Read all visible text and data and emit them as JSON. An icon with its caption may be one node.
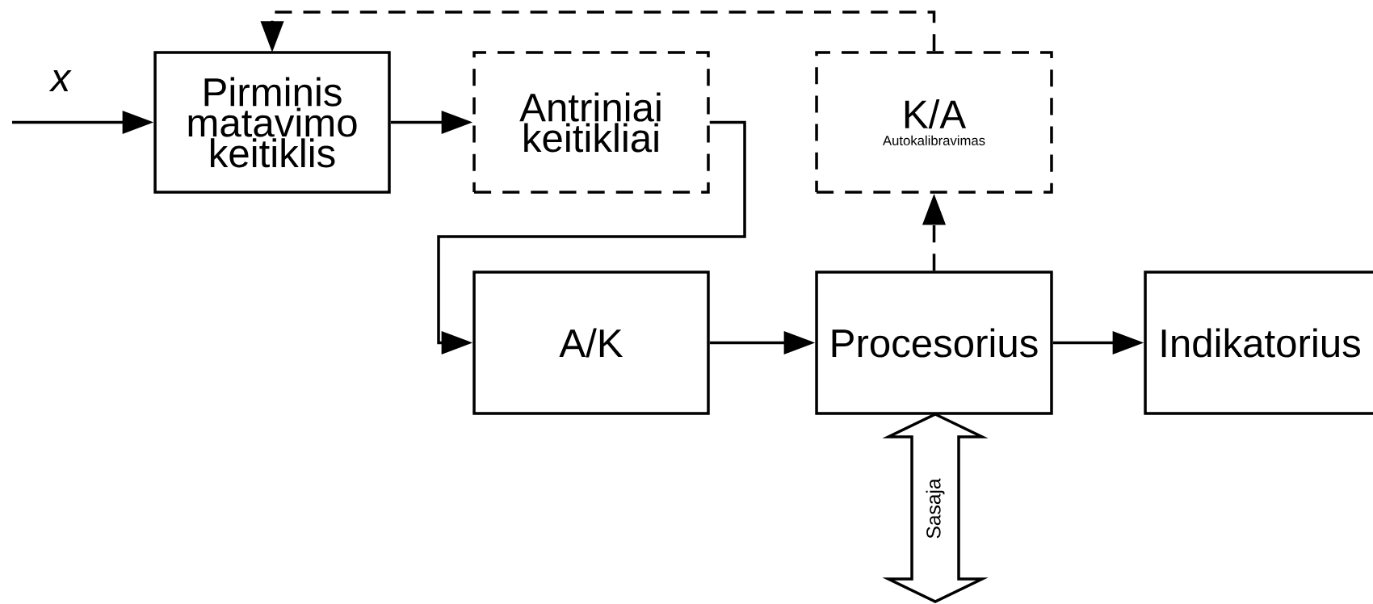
{
  "diagram": {
    "nodes": [
      {
        "text": [
          "Pirminis matavimo keitiklis"
        ]
      },
      {
        "text": [
          "Antriniai keitikliai"
        ]
      },
      {
        "text": [
          "K/A",
          "Autokalibravimas"
        ]
      },
      {
        "text": [
          "A/K"
        ]
      },
      {
        "text": [
          "Procesorius"
        ]
      },
      {
        "text": [
          "Indikatorius"
        ]
      },
      {
        "text": [
          "Sasaja"
        ]
      }
    ],
    "edges": [
      {
        "from": null,
        "to": 0,
        "arrow": "to",
        "label": "x"
      },
      {
        "from": 0,
        "to": 1,
        "arrow": "to"
      },
      {
        "from": 1,
        "to": 3,
        "arrow": "to"
      },
      {
        "from": 3,
        "to": 4,
        "arrow": "to"
      },
      {
        "from": 4,
        "to": 5,
        "arrow": "to"
      },
      {
        "from": 4,
        "to": 2,
        "arrow": "to",
        "style": "dashed"
      },
      {
        "from": 2,
        "to": 0,
        "arrow": "to",
        "style": "dashed"
      }
    ]
  }
}
